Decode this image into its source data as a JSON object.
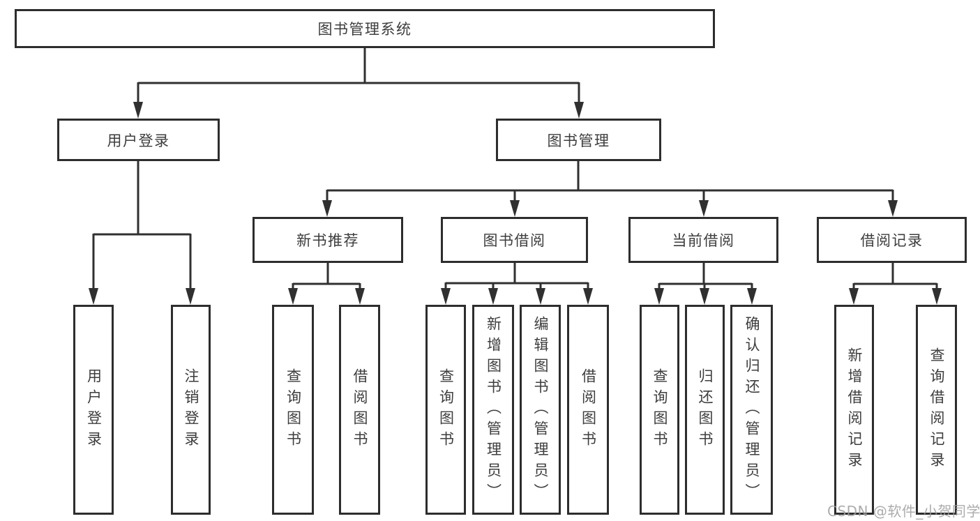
{
  "tree": {
    "root": {
      "label": "图书管理系统"
    },
    "branches": [
      {
        "label": "用户登录",
        "children": [
          {
            "label": "用户登录"
          },
          {
            "label": "注销登录"
          }
        ]
      },
      {
        "label": "图书管理",
        "children": [
          {
            "label": "新书推荐",
            "children": [
              {
                "label": "查询图书"
              },
              {
                "label": "借阅图书"
              }
            ]
          },
          {
            "label": "图书借阅",
            "children": [
              {
                "label": "查询图书"
              },
              {
                "label": "新增图书（管理员）"
              },
              {
                "label": "编辑图书（管理员）"
              },
              {
                "label": "借阅图书"
              }
            ]
          },
          {
            "label": "当前借阅",
            "children": [
              {
                "label": "查询图书"
              },
              {
                "label": "归还图书"
              },
              {
                "label": "确认归还（管理员）"
              }
            ]
          },
          {
            "label": "借阅记录",
            "children": [
              {
                "label": "新增借阅记录"
              },
              {
                "label": "查询借阅记录"
              }
            ]
          }
        ]
      }
    ]
  },
  "watermark": {
    "text": "CSDN @软件_小贺同学"
  },
  "colors": {
    "line": "#303030",
    "border": "#2d2d2d",
    "text": "#3d3d3d",
    "background": "#ffffff",
    "watermark": "#9e9e9e"
  }
}
